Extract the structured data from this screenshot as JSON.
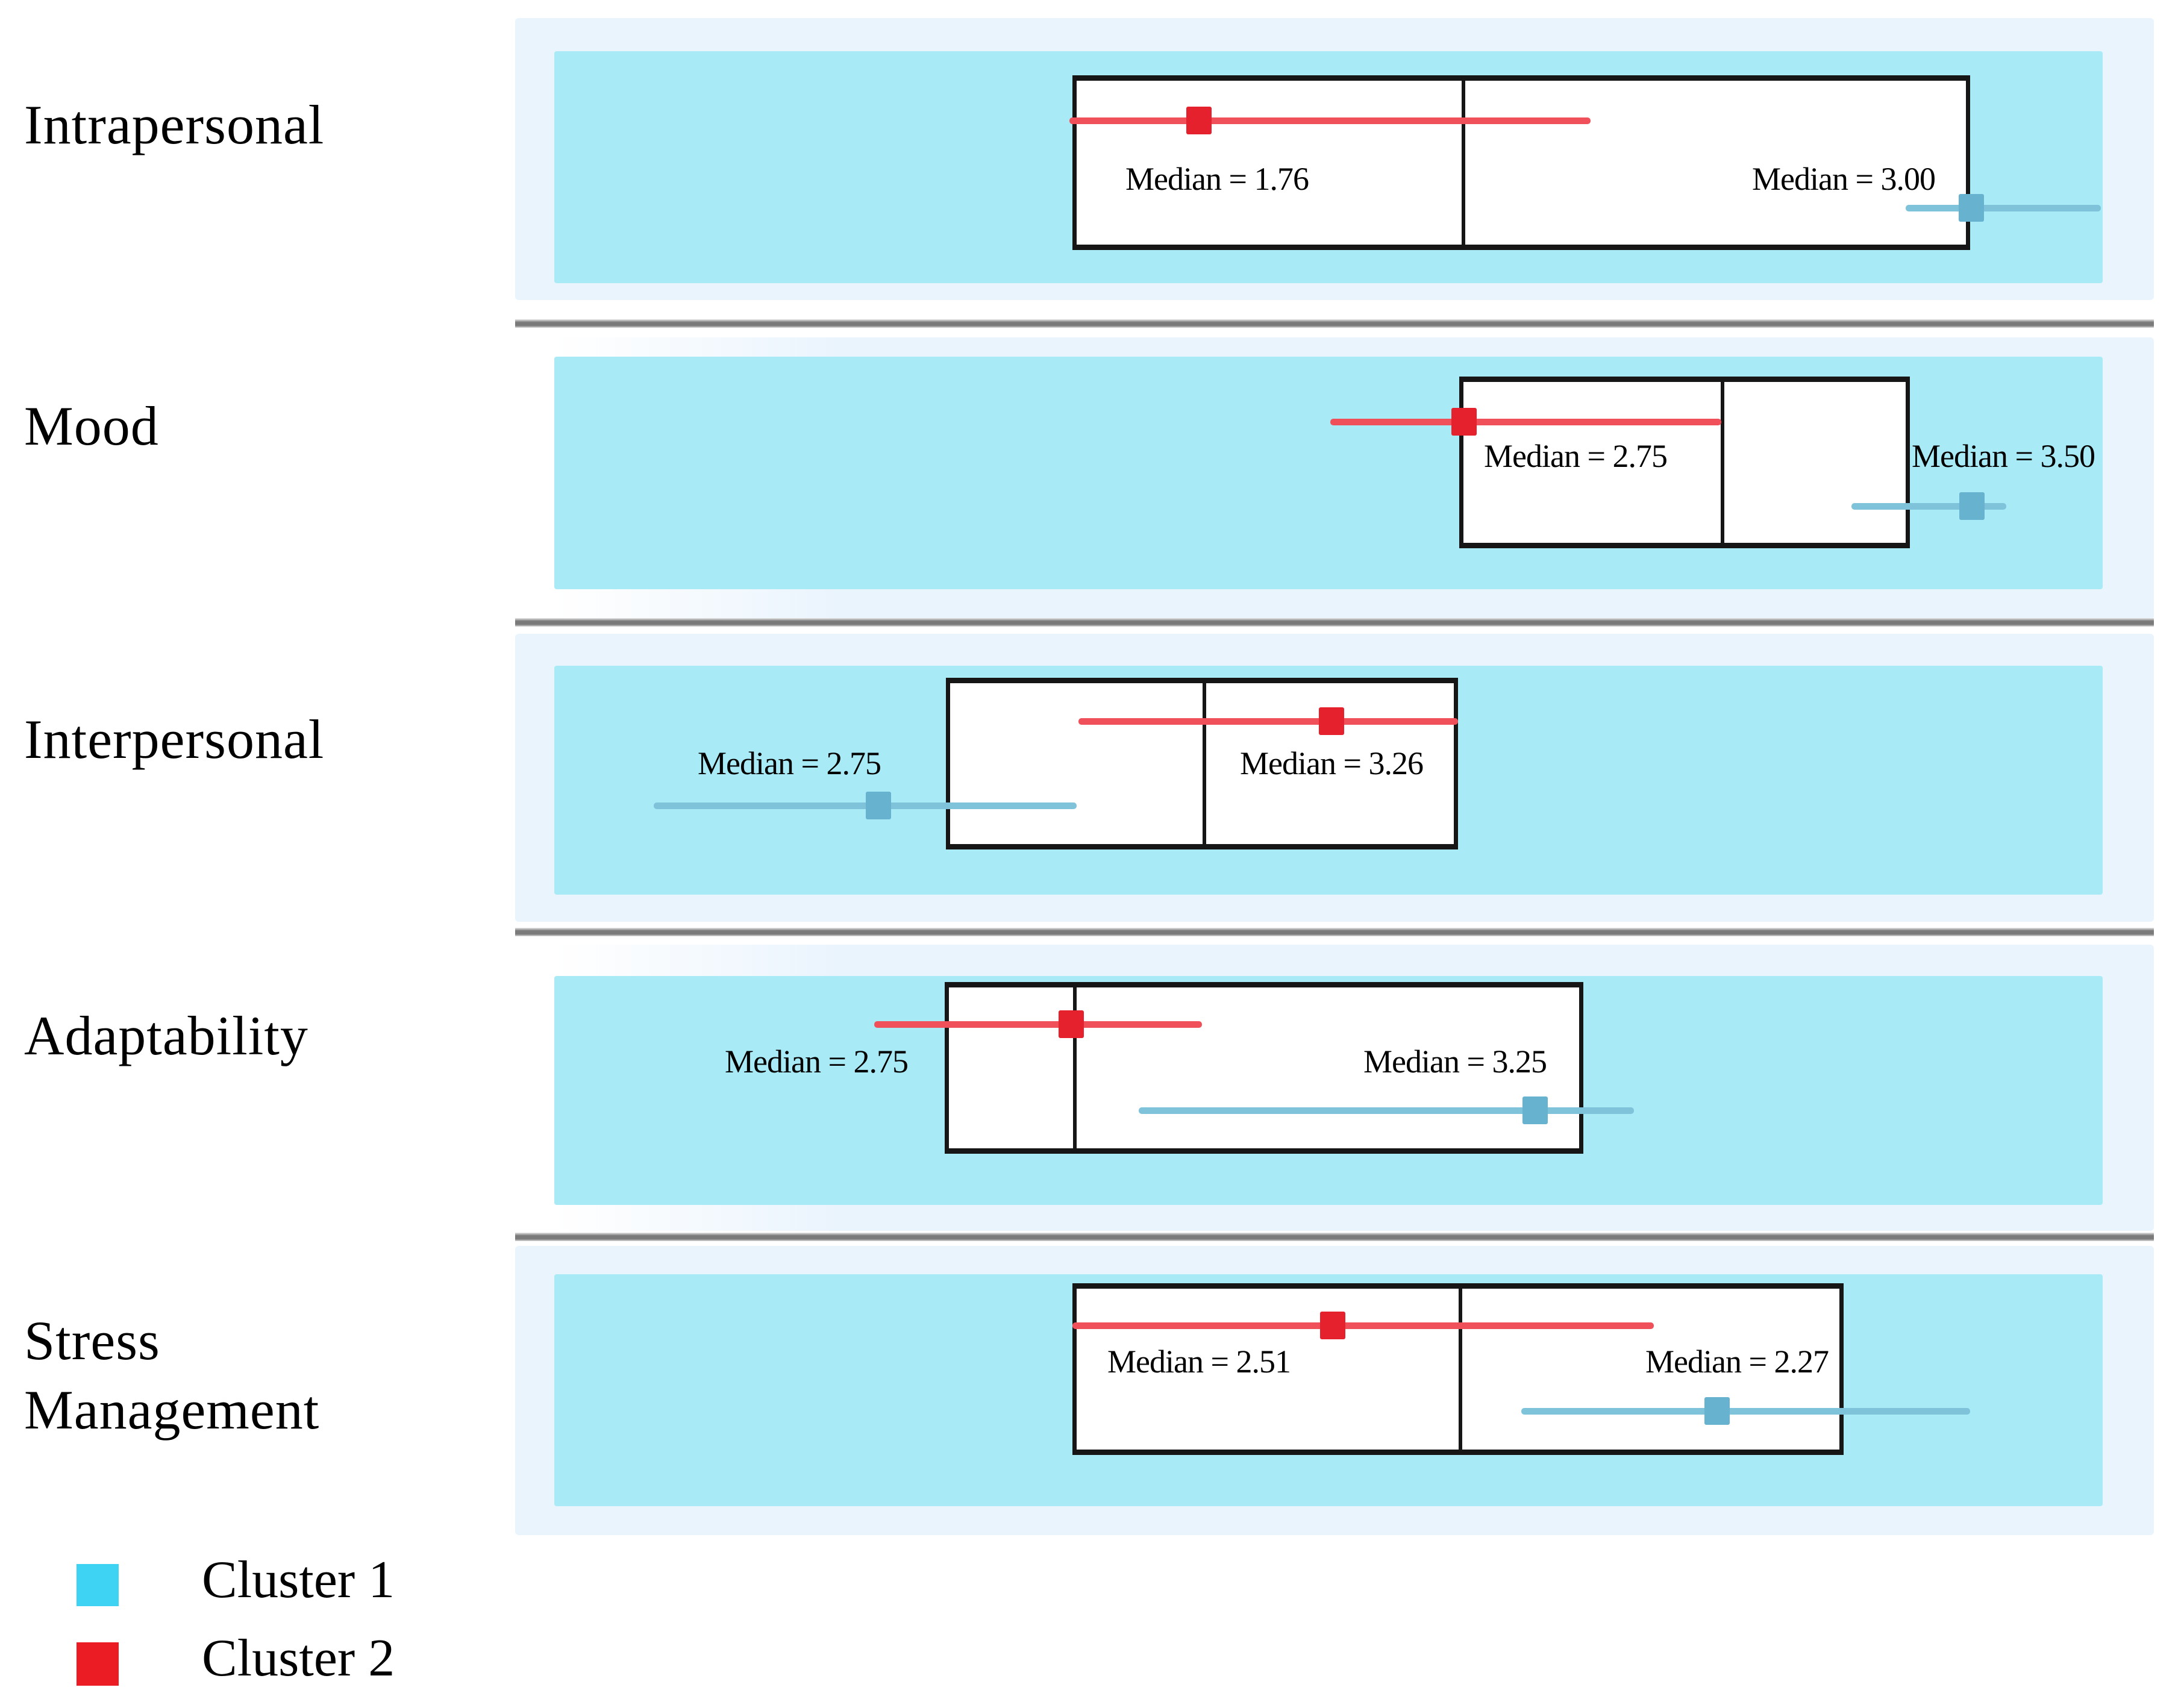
{
  "rows": [
    {
      "category": "Intrapersonal",
      "left_label": "Median = 1.76",
      "right_label": "Median = 3.00"
    },
    {
      "category": "Mood",
      "left_label": "Median = 2.75",
      "right_label": "Median = 3.50"
    },
    {
      "category": "Interpersonal",
      "left_label": "Median = 2.75",
      "right_label": "Median = 3.26"
    },
    {
      "category": "Adaptability",
      "left_label": "Median = 2.75",
      "right_label": "Median = 3.25"
    },
    {
      "category": "Stress Management",
      "left_label": "Median = 2.51",
      "right_label": "Median = 2.27"
    }
  ],
  "legend": {
    "items": [
      {
        "label": "Cluster 1",
        "color": "#3ED2F3"
      },
      {
        "label": "Cluster 2",
        "color": "#EB1C24"
      }
    ]
  },
  "colors": {
    "band": "#EAF4FD",
    "panel": "#A8EAF6",
    "box-border": "#161616",
    "separator": "#7A7A7A",
    "red-marker": "#E5212D",
    "red-line": "#F0505A",
    "cyan-marker": "#66B2CF",
    "cyan-line": "#7EC3DA",
    "legend-cluster1": "#3ED2F3",
    "legend-cluster2": "#EB1C24",
    "text": "#000000"
  },
  "chart_data": {
    "type": "boxplot",
    "orientation": "horizontal",
    "categories": [
      "Intrapersonal",
      "Mood",
      "Interpersonal",
      "Adaptability",
      "Stress Management"
    ],
    "series": [
      {
        "name": "Cluster 1",
        "color": "#3ED2F3",
        "medians": [
          3.0,
          3.5,
          2.75,
          3.25,
          2.27
        ]
      },
      {
        "name": "Cluster 2",
        "color": "#EB1C24",
        "medians": [
          1.76,
          2.75,
          3.26,
          2.75,
          2.51
        ]
      }
    ],
    "annotations": [
      "Median = 1.76",
      "Median = 3.00",
      "Median = 2.75",
      "Median = 3.50",
      "Median = 2.75",
      "Median = 3.26",
      "Median = 2.75",
      "Median = 3.25",
      "Median = 2.51",
      "Median = 2.27"
    ],
    "axes": "none",
    "grid": false,
    "legend_position": "bottom-left"
  }
}
